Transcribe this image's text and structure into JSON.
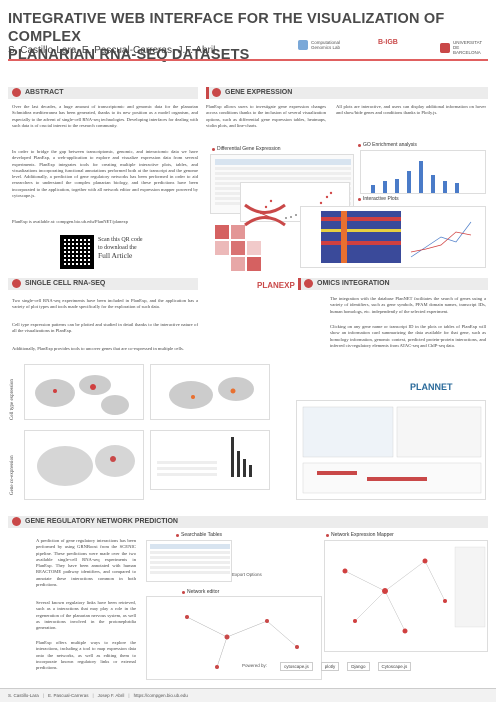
{
  "header": {
    "title_line1": "Integrative web interface for the visualization of complex",
    "title_line2": "planarian RNA-seq datasets",
    "authors": "S. Castillo-Lara, E. Pascual-Carreras, J.F. Abril",
    "logo1": "Computational Genomics Lab",
    "logo2": "B-IGB",
    "logo3": "UNIVERSITAT DE BARCELONA"
  },
  "abstract": {
    "heading": "Abstract",
    "p1": "Over the last decades, a huge amount of transcriptomic and genomic data for the planarian Schmidtea mediterranea has been generated, thanks to its new position as a model organism, and especially to the advent of single-cell RNA-seq technologies. Developing interfaces for dealing with such data is of crucial interest to the research community.",
    "p2": "In order to bridge the gap between transcriptomic, genomic, and interactomic data we have developed PlanExp, a web-application to explore and visualize expression data from several experiments. PlanExp integrates tools for creating multiple interactive plots, tables, and visualizations incorporating functional annotations performed both at the transcript and the genome level. Additionally, a prediction of gene regulatory networks has been performed in order to aid researchers to understand the complex planarian biology, and these predictions have been incorporated to the application, together with all network editor and expression mapper powered by cytoscape.js.",
    "p3": "PlanExp is available at: compgen.bio.ub.edu/PlanNET/planexp",
    "qr_line1": "Scan this QR code",
    "qr_line2": "to download the",
    "qr_line3": "Full Article"
  },
  "gene_expression": {
    "heading": "Gene expression",
    "p1": "PlanExp allows users to investigate gene expression changes across conditions thanks to the inclusion of several visualization options, such as differential gene expression tables, heatmaps, violin plots, and line-charts.",
    "p2": "All plots are interactive, and users can display additional information on hover and show/hide genes and conditions thanks to Plotly.js.",
    "fig1": "Differential Gene Expression",
    "fig2": "GO Enrichment analysis",
    "fig3": "Interactive Plots"
  },
  "logo": {
    "name": "PLANEXP"
  },
  "single_cell": {
    "heading": "Single cell RNA-seq",
    "p1": "Two single-cell RNA-seq experiments have been included in PlanExp, and the application has a variety of plot types and tools made specifically for the exploration of such data.",
    "p2": "Cell type expression patterns can be plotted and studied in detail thanks to the interactive nature of all the visualizations in PlanExp.",
    "p3": "Additionally, PlanExp provides tools to uncover genes that are co-expressed in multiple cells.",
    "vlabel1": "Cell type expression",
    "vlabel2": "Gene co-expression"
  },
  "omics": {
    "heading": "Omics integration",
    "p1": "The integration with the database PlanNET facilitates the search of genes using a variety of identifiers, such as gene symbols, PFAM domain names, transcript IDs, human homologs, etc. independently of the selected experiment.",
    "p2": "Clicking on any gene name or transcript ID in the plots or tables of PlanExp will show an information card summarizing the data available for that gene, such as homology information, genomic context, predicted protein-protein interactions, and inferred cis-regulatory elements from ATAC-seq and ChIP-seq data.",
    "plannet_logo": "PLANNET"
  },
  "grn": {
    "heading": "Gene regulatory network prediction",
    "p1": "A prediction of gene regulatory interactions has been performed by using GRNBoost from the SCENIC pipeline. These predictions were made over the two available single-cell RNA-seq experiments in PlanExp. They have been annotated with human REACTOME pathway identifiers, and compared to annotate these interactions common in both predictions.",
    "p2": "Several known regulatory links have been retrieved, such as a interactions that may play a role in the regeneration of the planarian nervous system, as well as interactions involved in the protonephridia generation.",
    "p3": "PlanExp offers multiple ways to explore the interactions, including a tool to map expression data onto the networks, as well as editing them to incorporate known regulatory links or external predictions.",
    "fig1": "Searchable Tables",
    "fig2": "Network editor",
    "fig3": "Network Expression Mapper",
    "export_label": "Export Options",
    "powered_by": "Powered by:",
    "partners": [
      "cytoscape.js",
      "plotly",
      "Django",
      "Cytoscape.js"
    ]
  },
  "footer": {
    "author1": "S. Castillo-Lara",
    "author2": "E. Pascual-Carreras",
    "author3": "Josep F. Abril",
    "url": "https://compgen.bio.ub.edu"
  }
}
